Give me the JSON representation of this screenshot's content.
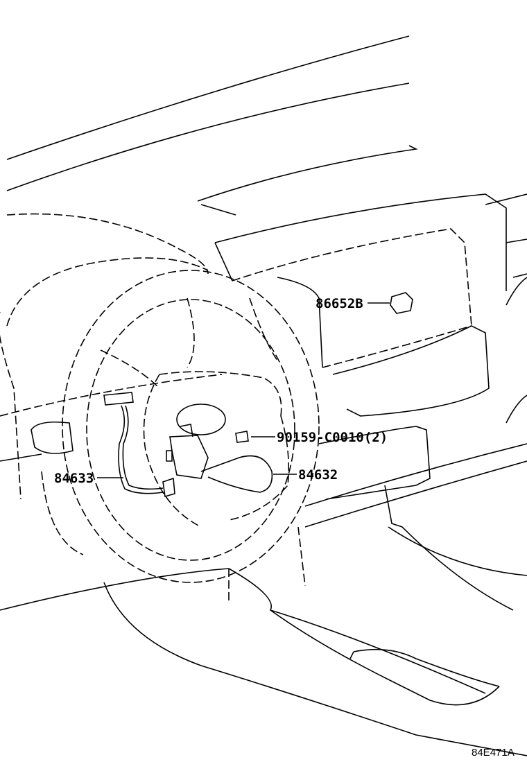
{
  "diagram": {
    "labels": {
      "part_86652b": "86652B",
      "part_90159": "90159-C0010(2)",
      "part_84632": "84632",
      "part_84633": "84633"
    },
    "figure_code": "84E471A"
  }
}
